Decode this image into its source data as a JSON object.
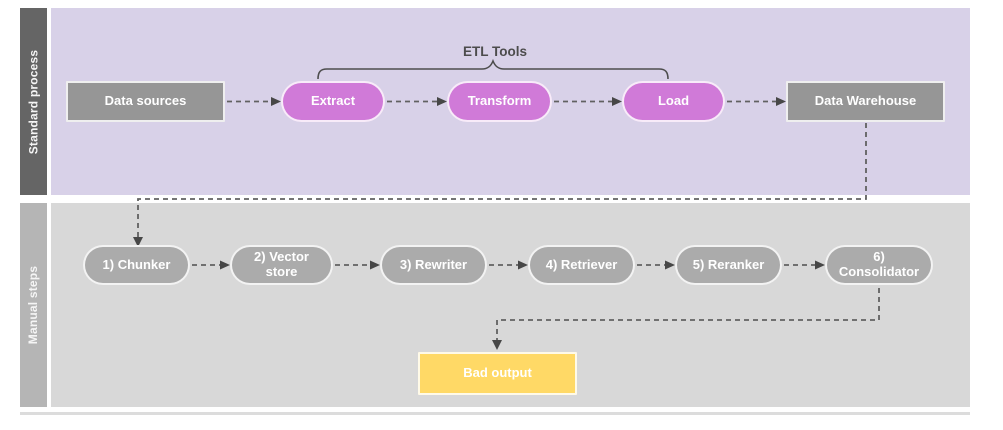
{
  "lanes": [
    {
      "label": "Standard process"
    },
    {
      "label": "Manual steps"
    }
  ],
  "standard_process": {
    "data_sources": "Data sources",
    "etl_tools_label": "ETL Tools",
    "extract": "Extract",
    "transform": "Transform",
    "load": "Load",
    "data_warehouse": "Data Warehouse"
  },
  "manual_steps": {
    "steps": [
      "1) Chunker",
      "2) Vector store",
      "3) Rewriter",
      "4) Retriever",
      "5) Reranker",
      "6) Consolidator"
    ],
    "bad_output": "Bad output"
  },
  "colors": {
    "lane-top-bar": "#656565",
    "lane-top-bg": "#d8d1e8",
    "lane-bottom-bar": "#b5b5b5",
    "lane-bottom-bg": "#d8d8d8",
    "box-gray": "#969696",
    "pill-purple": "#d07ad8",
    "pill-gray": "#ababab",
    "bad-output-yellow": "#ffd966",
    "connector": "#616161",
    "arrowhead": "#474747",
    "brace": "#4d4d4d",
    "node-text": "#ffffff",
    "label-text": "#4c4c4c"
  }
}
